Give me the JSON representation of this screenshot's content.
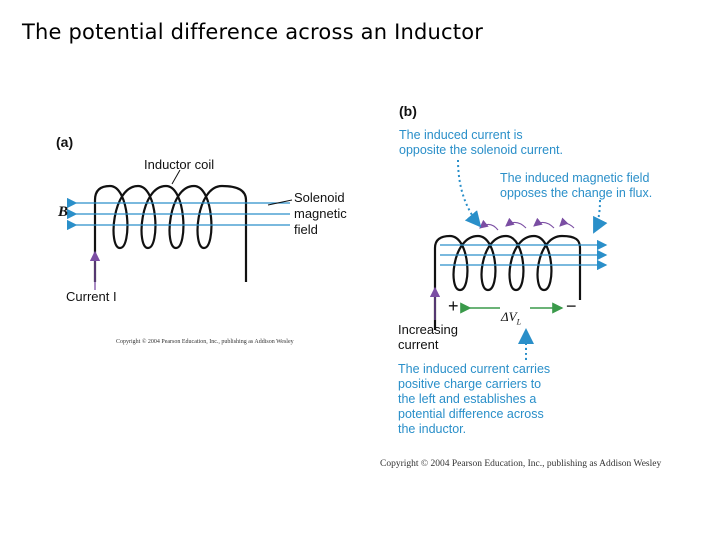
{
  "title": "The potential difference across an Inductor",
  "panel_a": {
    "tag": "(a)",
    "coil_label": "Inductor coil",
    "b_symbol": "B",
    "field_label_1": "Solenoid",
    "field_label_2": "magnetic",
    "field_label_3": "field",
    "current_label": "Current I",
    "copyright": "Copyright © 2004 Pearson Education, Inc., publishing as Addison Wesley"
  },
  "panel_b": {
    "tag": "(b)",
    "note1_line1": "The induced current is",
    "note1_line2": "opposite the solenoid current.",
    "note2_line1": "The induced magnetic field",
    "note2_line2": "opposes the change in flux.",
    "plus": "+",
    "minus": "−",
    "delta_v": "ΔV",
    "delta_v_sub": "L",
    "increasing_1": "Increasing",
    "increasing_2": "current",
    "note3_line1": "The induced current carries",
    "note3_line2": "positive charge carriers to",
    "note3_line3": "the left and establishes a",
    "note3_line4": "potential difference across",
    "note3_line5": "the inductor.",
    "copyright": "Copyright © 2004 Pearson Education, Inc., publishing as Addison Wesley"
  },
  "colors": {
    "field_blue": "#2a8fc9",
    "current_purple": "#7b4ea3",
    "coil_black": "#111111"
  }
}
